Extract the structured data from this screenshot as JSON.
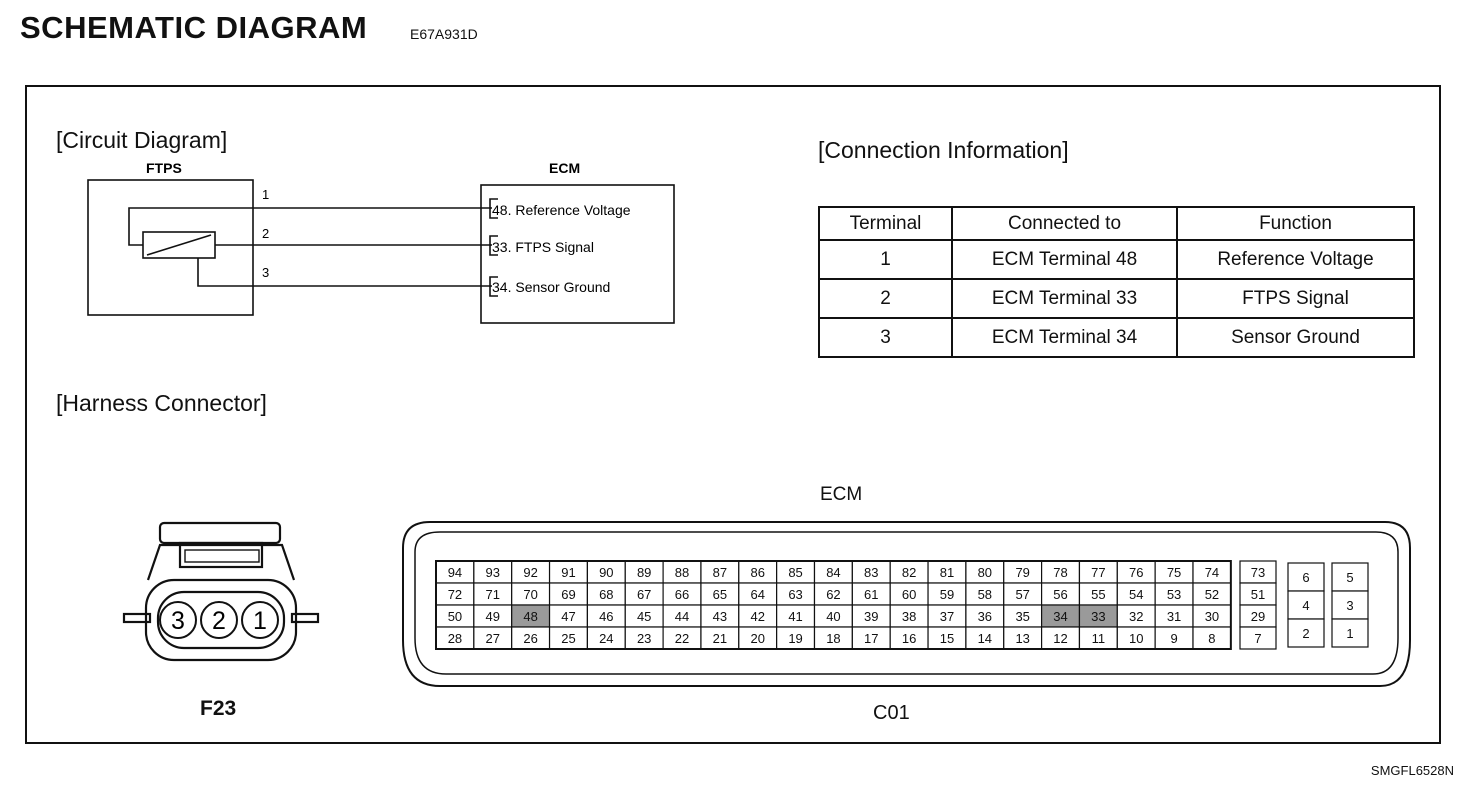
{
  "header": {
    "title": "SCHEMATIC DIAGRAM",
    "doc_id": "E67A931D"
  },
  "sections": {
    "circuit": "[Circuit Diagram]",
    "connection": "[Connection Information]",
    "harness": "[Harness Connector]"
  },
  "circuit": {
    "sensor_label": "FTPS",
    "ecm_label": "ECM",
    "wires": [
      {
        "pin": "1",
        "ecm_text": "48. Reference Voltage"
      },
      {
        "pin": "2",
        "ecm_text": "33. FTPS Signal"
      },
      {
        "pin": "3",
        "ecm_text": "34. Sensor Ground"
      }
    ]
  },
  "connection_table": {
    "headers": [
      "Terminal",
      "Connected to",
      "Function"
    ],
    "rows": [
      [
        "1",
        "ECM Terminal 48",
        "Reference Voltage"
      ],
      [
        "2",
        "ECM Terminal 33",
        "FTPS Signal"
      ],
      [
        "3",
        "ECM Terminal 34",
        "Sensor Ground"
      ]
    ]
  },
  "harness": {
    "f23_pins": [
      "3",
      "2",
      "1"
    ],
    "f23_label": "F23",
    "ecm_label": "ECM",
    "c01_label": "C01",
    "c01_rows": [
      [
        "94",
        "93",
        "92",
        "91",
        "90",
        "89",
        "88",
        "87",
        "86",
        "85",
        "84",
        "83",
        "82",
        "81",
        "80",
        "79",
        "78",
        "77",
        "76",
        "75",
        "74"
      ],
      [
        "72",
        "71",
        "70",
        "69",
        "68",
        "67",
        "66",
        "65",
        "64",
        "63",
        "62",
        "61",
        "60",
        "59",
        "58",
        "57",
        "56",
        "55",
        "54",
        "53",
        "52"
      ],
      [
        "50",
        "49",
        "48",
        "47",
        "46",
        "45",
        "44",
        "43",
        "42",
        "41",
        "40",
        "39",
        "38",
        "37",
        "36",
        "35",
        "34",
        "33",
        "32",
        "31",
        "30"
      ],
      [
        "28",
        "27",
        "26",
        "25",
        "24",
        "23",
        "22",
        "21",
        "20",
        "19",
        "18",
        "17",
        "16",
        "15",
        "14",
        "13",
        "12",
        "11",
        "10",
        "9",
        "8"
      ]
    ],
    "c01_side_column": [
      "73",
      "51",
      "29",
      "7"
    ],
    "c01_small_block_a": [
      "6",
      "4",
      "2"
    ],
    "c01_small_block_b": [
      "5",
      "3",
      "1"
    ],
    "highlighted_pins": [
      "48",
      "34",
      "33"
    ],
    "highlight_color": "#9a9a9a"
  },
  "footer": {
    "figure_id": "SMGFL6528N"
  }
}
